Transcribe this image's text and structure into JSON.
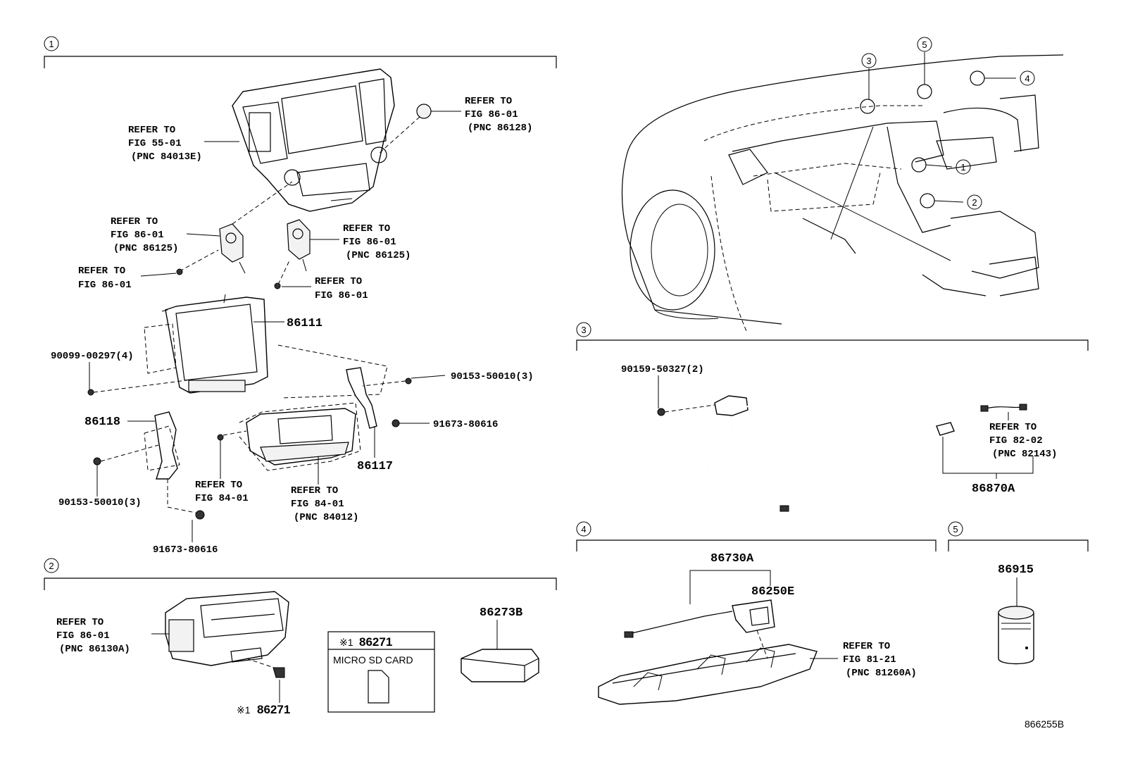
{
  "sections": {
    "s1": "1",
    "s2": "2",
    "s3": "3",
    "s4": "4",
    "s5": "5"
  },
  "locator": {
    "c1": "1",
    "c2": "2",
    "c3": "3",
    "c4": "4",
    "c5": "5"
  },
  "sec1": {
    "ref_55_l1": "REFER TO",
    "ref_55_l2": "FIG 55-01",
    "ref_55_l3": "(PNC 84013E)",
    "ref_86128_l1": "REFER TO",
    "ref_86128_l2": "FIG 86-01",
    "ref_86128_l3": "(PNC 86128)",
    "ref_86125a_l1": "REFER TO",
    "ref_86125a_l2": "FIG 86-01",
    "ref_86125a_l3": "(PNC 86125)",
    "ref_86125b_l1": "REFER TO",
    "ref_86125b_l2": "FIG 86-01",
    "ref_86125b_l3": "(PNC 86125)",
    "ref_bolt_a_l1": "REFER TO",
    "ref_bolt_a_l2": "FIG 86-01",
    "ref_bolt_b_l1": "REFER TO",
    "ref_bolt_b_l2": "FIG 86-01",
    "p86111": "86111",
    "p90099": "90099-00297(4)",
    "p90153_r": "90153-50010(3)",
    "p86118": "86118",
    "p91673_r": "91673-80616",
    "p86117": "86117",
    "p90153_l": "90153-50010(3)",
    "ref_84_l1": "REFER TO",
    "ref_84_l2": "FIG 84-01",
    "ref_84012_l1": "REFER TO",
    "ref_84012_l2": "FIG 84-01",
    "ref_84012_l3": "(PNC 84012)",
    "p91673_b": "91673-80616"
  },
  "sec2": {
    "ref_l1": "REFER TO",
    "ref_l2": "FIG 86-01",
    "ref_l3": "(PNC 86130A)",
    "box_mark": "※1",
    "box_part": "86271",
    "box_caption": "MICRO SD CARD",
    "bottom_mark": "※1",
    "bottom_part": "86271",
    "p86273b": "86273B"
  },
  "sec3": {
    "p90159": "90159-50327(2)",
    "ref_l1": "REFER TO",
    "ref_l2": "FIG 82-02",
    "ref_l3": "(PNC 82143)",
    "p86870a": "86870A"
  },
  "sec4": {
    "p86730a": "86730A",
    "p86250e": "86250E",
    "ref_l1": "REFER TO",
    "ref_l2": "FIG 81-21",
    "ref_l3": "(PNC 81260A)"
  },
  "sec5": {
    "p86915": "86915"
  },
  "figure_id": "866255B"
}
